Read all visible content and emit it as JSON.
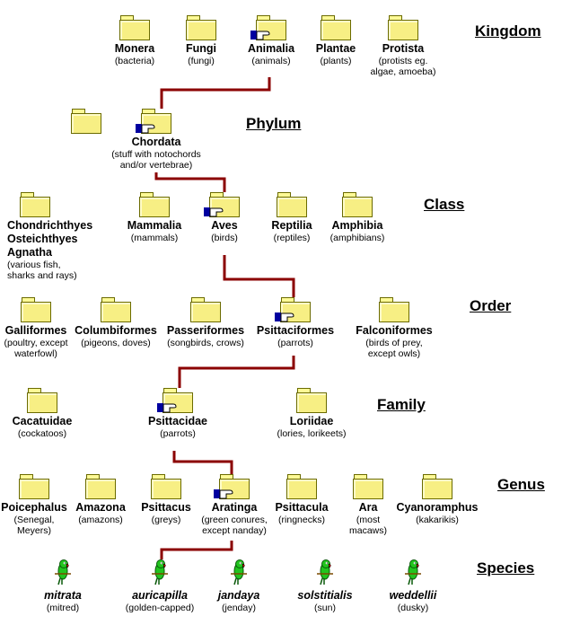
{
  "ranks": {
    "kingdom": "Kingdom",
    "phylum": "Phylum",
    "class": "Class",
    "order": "Order",
    "family": "Family",
    "genus": "Genus",
    "species": "Species"
  },
  "kingdom": [
    {
      "name": "Monera",
      "sub": "(bacteria)"
    },
    {
      "name": "Fungi",
      "sub": "(fungi)"
    },
    {
      "name": "Animalia",
      "sub": "(animals)",
      "selected": true
    },
    {
      "name": "Plantae",
      "sub": "(plants)"
    },
    {
      "name": "Protista",
      "sub": "(protists eg.\nalgae, amoeba)"
    }
  ],
  "phylum": [
    {
      "name": "",
      "sub": ""
    },
    {
      "name": "Chordata",
      "sub": "(stuff with notochords\nand/or vertebrae)",
      "selected": true
    }
  ],
  "class": [
    {
      "name": "Chondrichthyes\nOsteichthyes\nAgnatha",
      "sub": "(various fish,\nsharks and rays)"
    },
    {
      "name": "Mammalia",
      "sub": "(mammals)"
    },
    {
      "name": "Aves",
      "sub": "(birds)",
      "selected": true
    },
    {
      "name": "Reptilia",
      "sub": "(reptiles)"
    },
    {
      "name": "Amphibia",
      "sub": "(amphibians)"
    }
  ],
  "order": [
    {
      "name": "Galliformes",
      "sub": "(poultry, except\nwaterfowl)"
    },
    {
      "name": "Columbiformes",
      "sub": "(pigeons, doves)"
    },
    {
      "name": "Passeriformes",
      "sub": "(songbirds, crows)"
    },
    {
      "name": "Psittaciformes",
      "sub": "(parrots)",
      "selected": true
    },
    {
      "name": "Falconiformes",
      "sub": "(birds of prey,\nexcept owls)"
    }
  ],
  "family": [
    {
      "name": "Cacatuidae",
      "sub": "(cockatoos)"
    },
    {
      "name": "Psittacidae",
      "sub": "(parrots)",
      "selected": true
    },
    {
      "name": "Loriidae",
      "sub": "(lories, lorikeets)"
    }
  ],
  "genus": [
    {
      "name": "Poicephalus",
      "sub": "(Senegal,\nMeyers)"
    },
    {
      "name": "Amazona",
      "sub": "(amazons)"
    },
    {
      "name": "Psittacus",
      "sub": "(greys)"
    },
    {
      "name": "Aratinga",
      "sub": "(green conures,\nexcept nanday)",
      "selected": true
    },
    {
      "name": "Psittacula",
      "sub": "(ringnecks)"
    },
    {
      "name": "Ara",
      "sub": "(most\nmacaws)"
    },
    {
      "name": "Cyanoramphus",
      "sub": "(kakarikis)"
    }
  ],
  "species": [
    {
      "name": "mitrata",
      "sub": "(mitred)"
    },
    {
      "name": "auricapilla",
      "sub": "(golden-capped)"
    },
    {
      "name": "jandaya",
      "sub": "(jenday)"
    },
    {
      "name": "solstitialis",
      "sub": "(sun)"
    },
    {
      "name": "weddellii",
      "sub": "(dusky)"
    }
  ],
  "colors": {
    "connector": "#8b0000",
    "folder": "#f7ef84",
    "folder_edge": "#6b6b00",
    "hand_cuff": "#0000a0",
    "parrot_green": "#22c41e"
  }
}
